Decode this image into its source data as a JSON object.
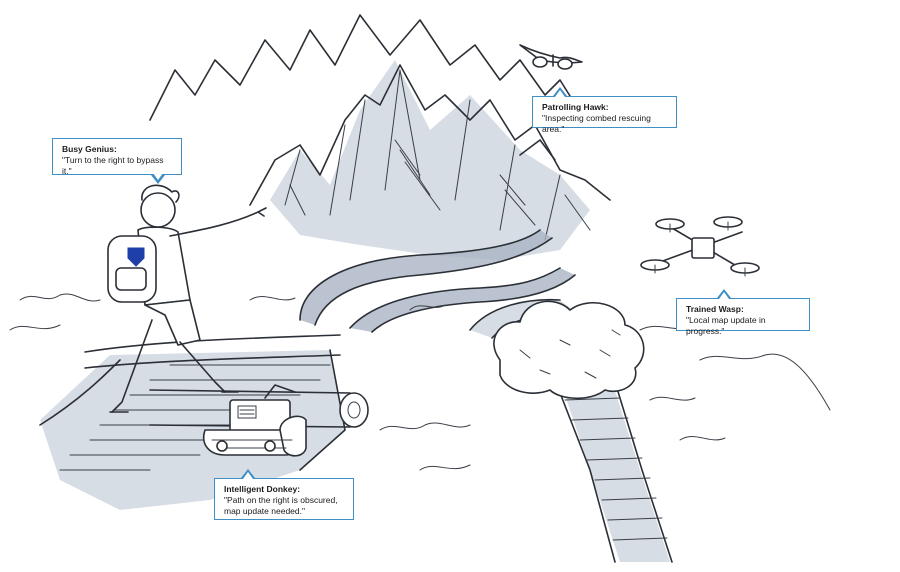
{
  "callouts": {
    "genius": {
      "name": "Busy Genius:",
      "quote": "\"Turn to the right to bypass it.\""
    },
    "hawk": {
      "name": "Patrolling Hawk:",
      "quote": "\"Inspecting combed rescuing area.\""
    },
    "wasp": {
      "name": "Trained Wasp:",
      "quote": "\"Local map update in progress.\""
    },
    "donkey": {
      "name": "Intelligent Donkey:",
      "quote": "\"Path on the right is obscured, map update needed.\""
    }
  },
  "colors": {
    "callout_border": "#3f8fc6",
    "ink": "#2b2f36",
    "marker_shade": "#c9d1dc",
    "backpack_logo": "#1f3fa8"
  },
  "icons": {
    "person": "hiker-with-backpack",
    "aerial_drone": "fixed-wing-drone",
    "local_drone": "quadcopter-drone",
    "ground_robot": "tracked-robot",
    "obstacle": "bush-obstacle"
  }
}
